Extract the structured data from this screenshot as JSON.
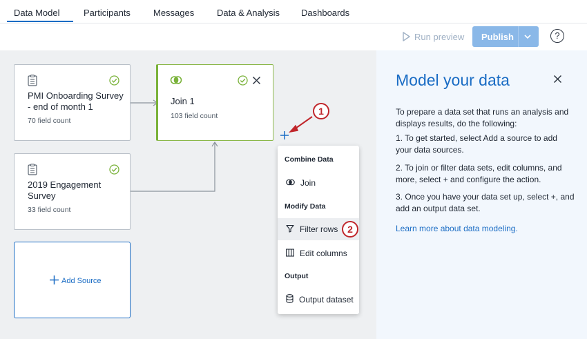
{
  "tabs": [
    {
      "label": "Data Model",
      "active": true
    },
    {
      "label": "Participants"
    },
    {
      "label": "Messages"
    },
    {
      "label": "Data & Analysis"
    },
    {
      "label": "Dashboards"
    }
  ],
  "toolbar": {
    "run_preview": "Run preview",
    "publish": "Publish",
    "help": "?"
  },
  "sources": [
    {
      "title": "PMI Onboarding Survey - end of month 1",
      "count": "70 field count"
    },
    {
      "title": "2019 Engagement Survey",
      "count": "33 field count"
    }
  ],
  "join": {
    "title": "Join 1",
    "count": "103 field count"
  },
  "add_source": "Add Source",
  "menu": {
    "section_combine": "Combine Data",
    "join": "Join",
    "section_modify": "Modify Data",
    "filter_rows": "Filter rows",
    "edit_columns": "Edit columns",
    "section_output": "Output",
    "output_dataset": "Output dataset"
  },
  "badges": {
    "one": "1",
    "two": "2"
  },
  "panel": {
    "title": "Model your data",
    "intro": "To prepare a data set that runs an analysis and displays results, do the following:",
    "step1": "1. To get started, select Add a source to add your data sources.",
    "step2": "2. To join or filter data sets, edit columns, and more, select + and configure the action.",
    "step3": "3. Once you have your data set up, select +, and add an output data set.",
    "link": "Learn more about data modeling."
  },
  "colors": {
    "accent": "#1a6cc4",
    "success": "#7ab23a",
    "annotation": "#c0262b",
    "publish_disabled": "#8ab8e8"
  }
}
